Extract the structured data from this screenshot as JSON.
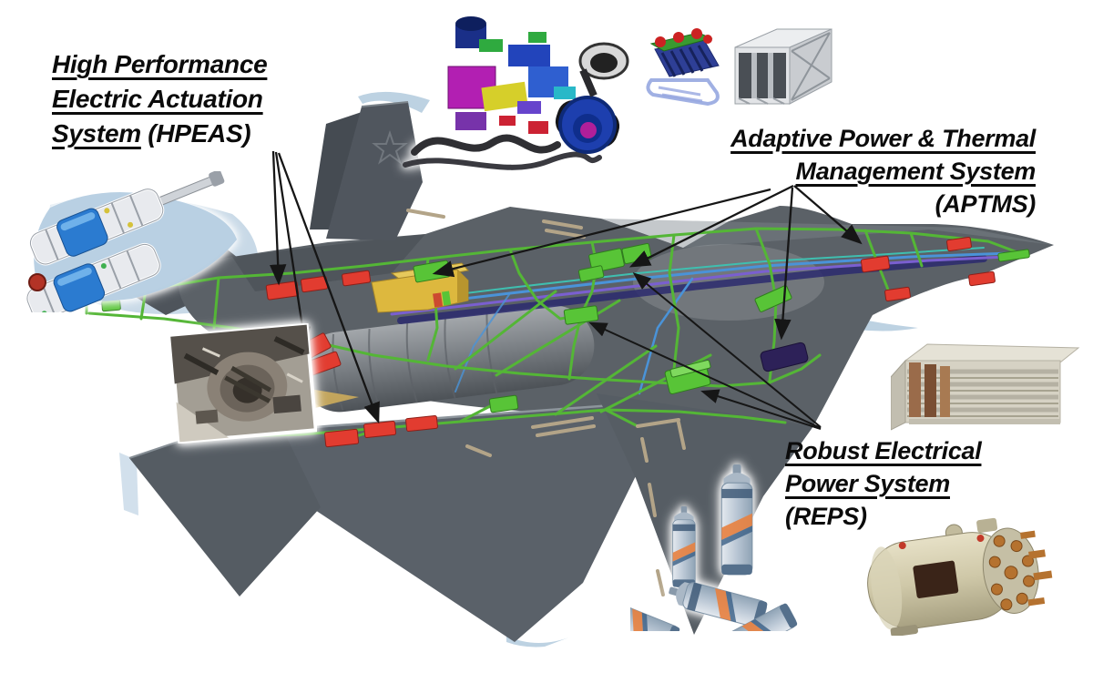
{
  "labels": {
    "hpeas": {
      "line1": "High Performance",
      "line2": "Electric Actuation",
      "line3_underlined": "System",
      "line3_plain": " (HPEAS)"
    },
    "aptms": {
      "line1": "Adaptive Power & Thermal",
      "line2": "Management System",
      "line3": "(APTMS)"
    },
    "reps": {
      "line1": "Robust Electrical",
      "line2": "Power System",
      "line3": "(REPS)"
    }
  },
  "components": [
    "aptms-turbomachine-model",
    "heat-exchanger",
    "storage-container",
    "electric-actuator",
    "engine-gearbox-photo",
    "power-electronics-unit",
    "battery-cells",
    "electric-generator"
  ],
  "colors": {
    "wire_green": "#54b636",
    "wire_blue": "#4a93d8",
    "wire_teal": "#3fbfb0",
    "wire_purple": "#7a5fd0",
    "spine_band": "#2c2a6e",
    "box_red": "#e23c30",
    "box_green": "#58c437",
    "unit_yellow": "#ddb83e",
    "box_dark_purple": "#2d2158",
    "airframe_grey": "#5b6167",
    "halo_blue": "#b6cddf",
    "arrow_black": "#161616"
  }
}
